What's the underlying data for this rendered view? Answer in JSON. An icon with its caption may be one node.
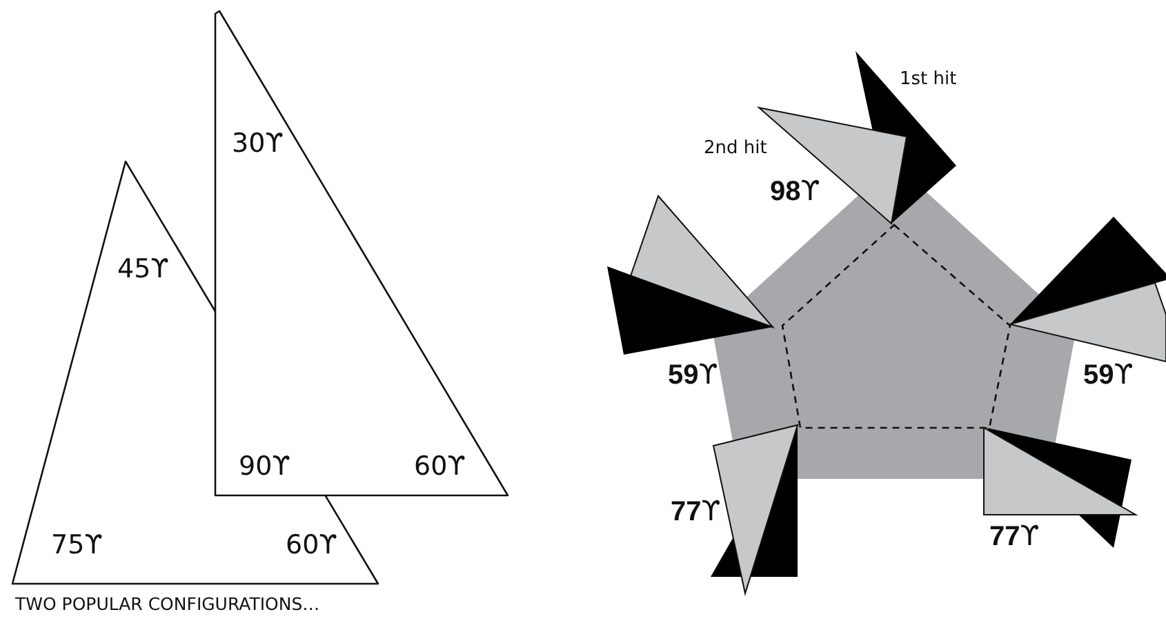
{
  "diagram": {
    "caption": "TWO POPULAR CONFIGURATIONS…",
    "nodes": [
      {
        "text": [
          "45ϒ",
          "75ϒ",
          "60ϒ"
        ]
      },
      {
        "text": [
          "30ϒ",
          "90ϒ",
          "60ϒ"
        ]
      }
    ],
    "labels": [
      "1st hit",
      "2nd hit",
      "**98**ϒ",
      "**59**ϒ",
      "**59**ϒ",
      "**77**ϒ",
      "**77**ϒ"
    ]
  }
}
